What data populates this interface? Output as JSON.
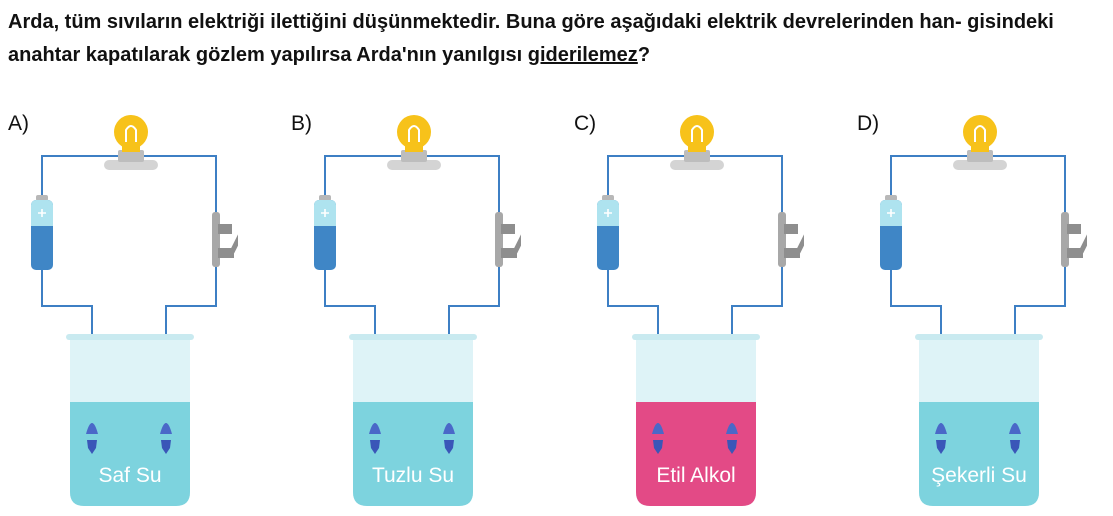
{
  "question": {
    "text_before": "Arda, tüm sıvıların elektriği ilettiğini düşünmektedir. Buna göre aşağıdaki elektrik devrelerinden han- gisindeki anahtar kapatılarak gözlem yapılırsa Arda'nın yanılgısı ",
    "emphasis": "giderilemez",
    "text_after": "?"
  },
  "options": [
    {
      "letter": "A)",
      "liquid": "Saf Su",
      "liquid_color": "#7dd3de"
    },
    {
      "letter": "B)",
      "liquid": "Tuzlu Su",
      "liquid_color": "#7dd3de"
    },
    {
      "letter": "C)",
      "liquid": "Etil Alkol",
      "liquid_color": "#e34a86"
    },
    {
      "letter": "D)",
      "liquid": "Şekerli Su",
      "liquid_color": "#7dd3de"
    }
  ],
  "colors": {
    "wire": "#3d7fc4",
    "bulb": "#f7c21a",
    "battery": "#3f86c6",
    "switch_handle": "#e8336f"
  },
  "icons": [
    "light-bulb-icon",
    "battery-icon",
    "knife-switch-icon",
    "beaker-icon",
    "electrode-icon"
  ]
}
